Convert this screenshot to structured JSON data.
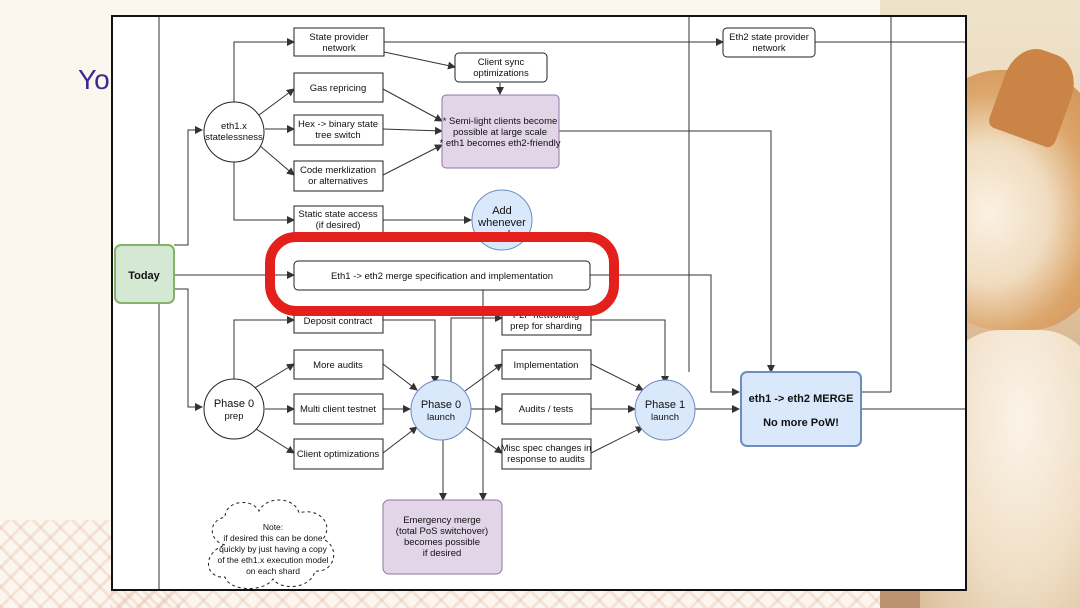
{
  "slide": {
    "title_fragment": "Yo"
  },
  "diagram": {
    "nodes": {
      "today": "Today",
      "eth1x_1": "eth1.x",
      "eth1x_2": "statelessness",
      "state_provider_1": "State provider",
      "state_provider_2": "network",
      "client_sync_1": "Client sync",
      "client_sync_2": "optimizations",
      "eth2_state_provider_1": "Eth2 state provider",
      "eth2_state_provider_2": "network",
      "gas_repricing": "Gas repricing",
      "hex_binary_1": "Hex -> binary state",
      "hex_binary_2": "tree switch",
      "semilight_1": "* Semi-light clients become",
      "semilight_2": "possible at large scale",
      "semilight_3": "* eth1 becomes eth2-friendly",
      "code_merk_1": "Code merklization",
      "code_merk_2": "or alternatives",
      "static_state_1": "Static state access",
      "static_state_2": "(if desired)",
      "add_whenever_1": "Add",
      "add_whenever_2": "whenever",
      "add_whenever_3": "ready",
      "merge_spec": "Eth1 -> eth2 merge specification and implementation",
      "deposit_contract": "Deposit contract",
      "p2p_1": "P2P networking",
      "p2p_2": "prep for sharding",
      "more_audits": "More audits",
      "implementation": "Implementation",
      "phase0_prep_1": "Phase 0",
      "phase0_prep_2": "prep",
      "multi_client": "Multi client testnet",
      "phase0_launch_1": "Phase 0",
      "phase0_launch_2": "launch",
      "audits_tests": "Audits / tests",
      "phase1_launch_1": "Phase 1",
      "phase1_launch_2": "launch",
      "eth_merge_1": "eth1 -> eth2 MERGE",
      "eth_merge_2": "No more PoW!",
      "client_opt": "Client optimizations",
      "misc_spec_1": "Misc spec changes in",
      "misc_spec_2": "response to audits",
      "emergency_1": "Emergency merge",
      "emergency_2": "(total PoS switchover)",
      "emergency_3": "becomes possible",
      "emergency_4": "if desired",
      "note_1": "Note:",
      "note_2": "if desired this can be done",
      "note_3": "quickly by just having a copy",
      "note_4": "of the eth1.x execution model",
      "note_5": "on each shard"
    },
    "colors": {
      "today_fill": "#d5e8d4",
      "today_stroke": "#82b366",
      "purple_fill": "#e1d5e7",
      "purple_stroke": "#9673a6",
      "blue_fill": "#dae8fc",
      "blue_stroke": "#6c8ebf",
      "highlight": "#e3201b",
      "title": "#3b2a91"
    }
  }
}
